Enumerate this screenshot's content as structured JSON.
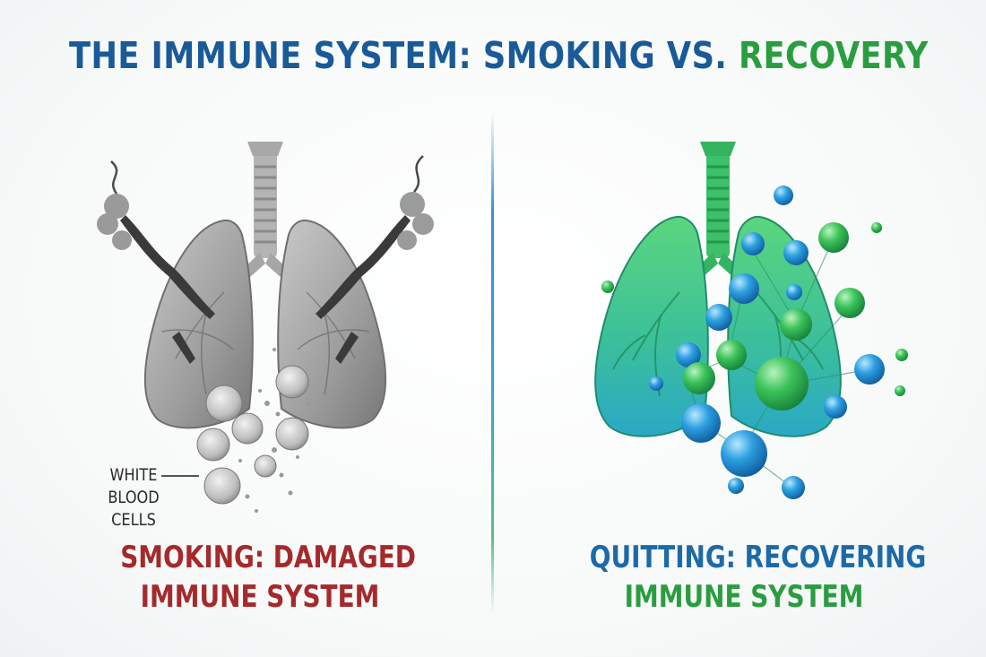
{
  "title": {
    "part1": "THE IMMUNE SYSTEM: SMOKING VS. ",
    "part2": "RECOVERY"
  },
  "left_panel": {
    "caption_line1": "SMOKING: DAMAGED",
    "caption_line2": "IMMUNE SYSTEM",
    "label_line1": "WHITE",
    "label_line2": "BLOOD CELLS",
    "caption_color": "#a42a2b"
  },
  "right_panel": {
    "caption_line1": "QUITTING: RECOVERING",
    "caption_line2": "IMMUNE SYSTEM",
    "caption_color_1": "#1c6aa8",
    "caption_color_2": "#2a9d3f"
  },
  "colors": {
    "title_blue": "#1a5a98",
    "title_green": "#2a9d3f",
    "lung_gray": "#9a9a9a",
    "lung_green": "#4fcf7e",
    "lung_teal": "#38aec4"
  },
  "icons": [
    "smoky-lungs-illustration",
    "healthy-lungs-illustration",
    "immune-cell-icon"
  ]
}
